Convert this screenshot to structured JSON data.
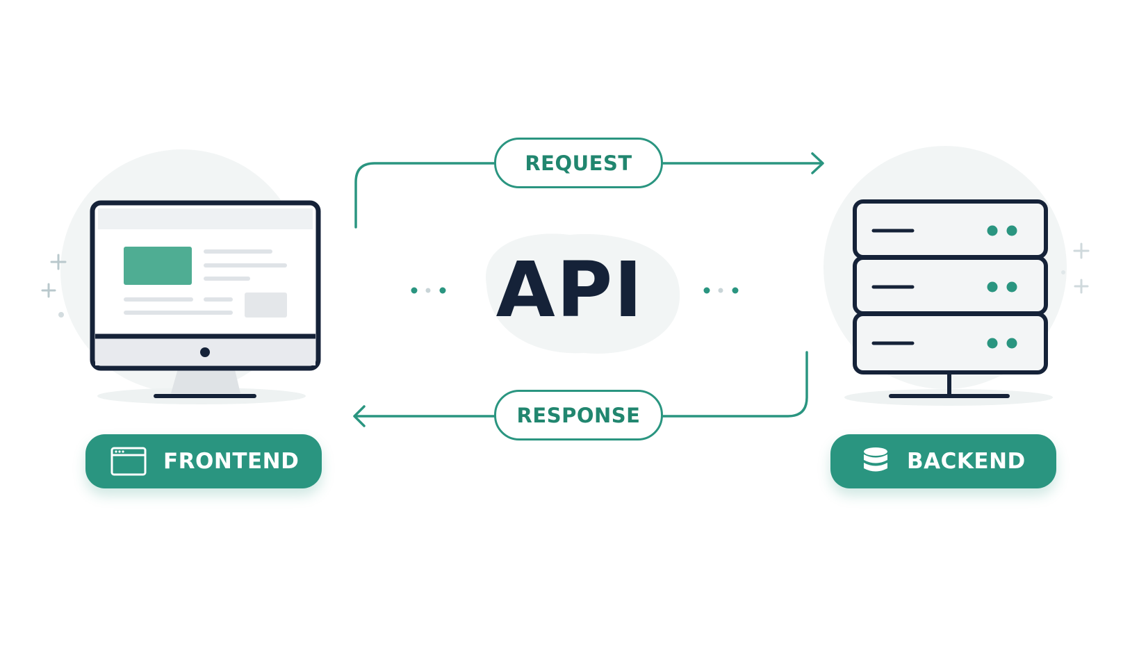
{
  "api": {
    "label": "API"
  },
  "flows": {
    "request": {
      "label": "REQUEST"
    },
    "response": {
      "label": "RESPONSE"
    }
  },
  "nodes": {
    "frontend": {
      "label": "FRONTEND",
      "icon": "browser-window-icon"
    },
    "backend": {
      "label": "BACKEND",
      "icon": "database-icon"
    }
  },
  "colors": {
    "accent": "#2a9580",
    "dark": "#152238",
    "light_bg": "#f3f6f6"
  }
}
